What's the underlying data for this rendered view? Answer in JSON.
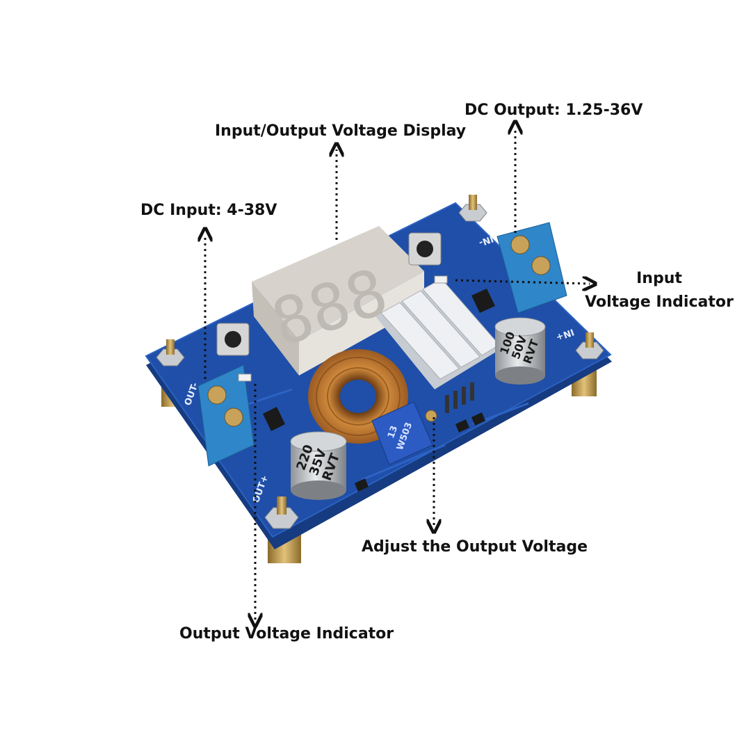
{
  "callouts": {
    "display": "Input/Output Voltage Display",
    "dc_output": "DC Output: 1.25-36V",
    "dc_input": "DC Input: 4-38V",
    "input_indicator_line1": "Input",
    "input_indicator_line2": "Voltage Indicator",
    "adjust_output": "Adjust the Output Voltage",
    "output_indicator": "Output Voltage Indicator"
  },
  "components": {
    "capacitor_large": {
      "line1": "220",
      "line2": "35V",
      "line3": "RVT"
    },
    "capacitor_small": {
      "line1": "100",
      "line2": "50V",
      "line3": "RVT"
    },
    "potentiometer_label": "W503",
    "potentiometer_code": "13",
    "terminal_in_minus": "IN-",
    "terminal_in_plus": "IN+",
    "terminal_out_plus": "OUT+",
    "terminal_out_minus": "OUT-",
    "display_digits": "888"
  },
  "colors": {
    "pcb": "#1f4fa8",
    "pcb_edge": "#163b80",
    "terminal_block": "#2f86c8",
    "heatsink": "#d9dde2",
    "inductor": "#c87a2e",
    "display_body": "#e6e3dd",
    "display_digit": "#bdb9b3",
    "arrow": "#111111"
  }
}
